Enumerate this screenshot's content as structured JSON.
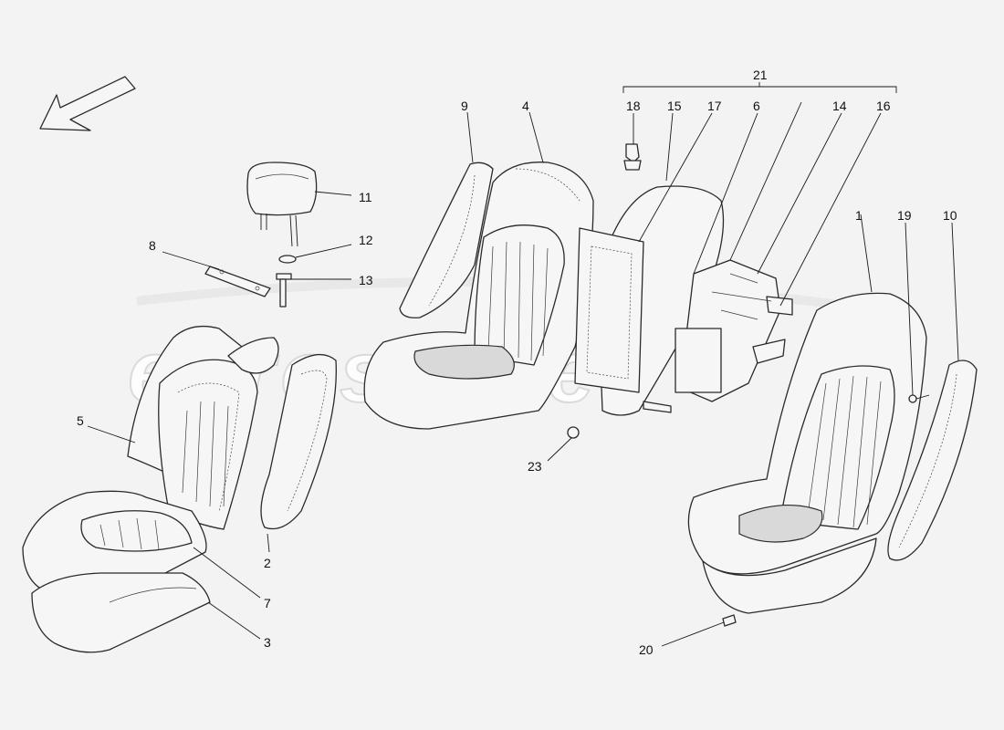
{
  "watermark": "eurospares",
  "callouts": {
    "c1": "1",
    "c2": "2",
    "c3": "3",
    "c4": "4",
    "c5": "5",
    "c6": "6",
    "c7": "7",
    "c8": "8",
    "c9": "9",
    "c10": "10",
    "c11": "11",
    "c12": "12",
    "c13": "13",
    "c14": "14",
    "c15": "15",
    "c16": "16",
    "c17": "17",
    "c18": "18",
    "c19": "19",
    "c20": "20",
    "c21": "21",
    "c23": "23"
  },
  "icons": {
    "direction": "direction-arrow-icon"
  },
  "colors": {
    "line": "#2a2a2a",
    "background": "#f3f3f3"
  }
}
